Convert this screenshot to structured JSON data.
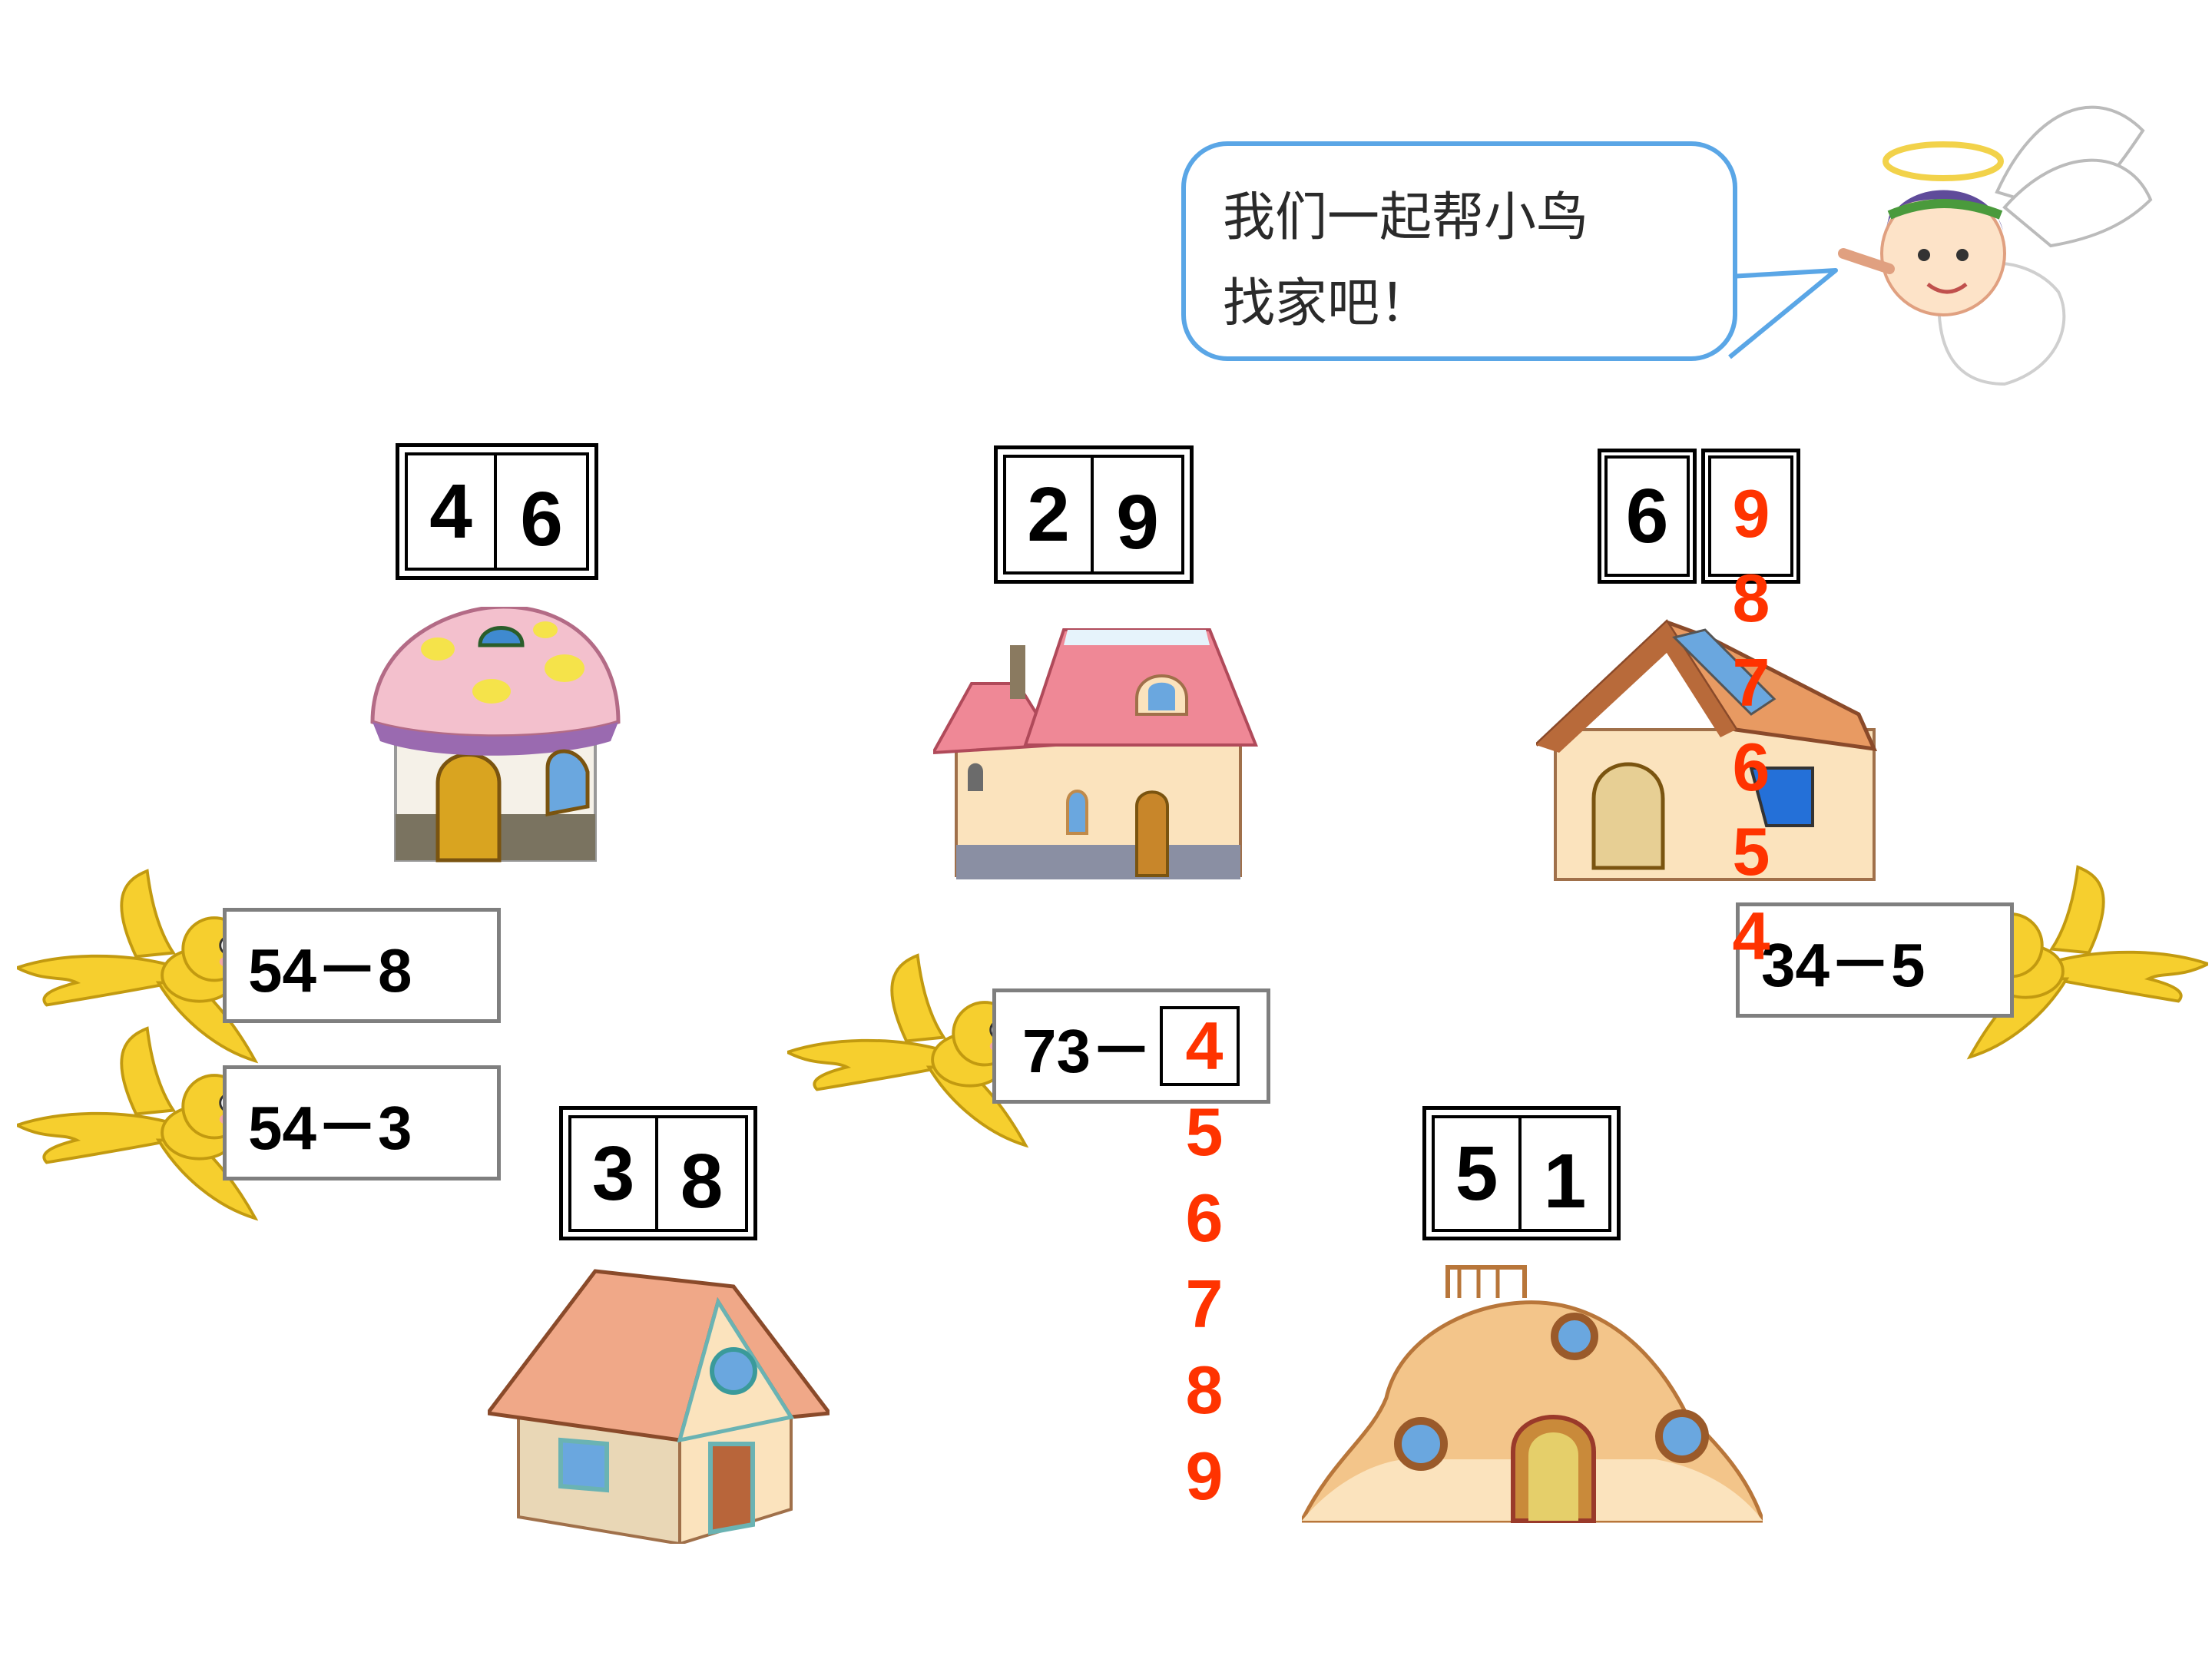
{
  "bubble": {
    "line1": "我们一起帮小鸟",
    "line2": "找家吧！"
  },
  "houses": [
    {
      "tens": "4",
      "ones": "6",
      "style": "mushroom"
    },
    {
      "tens": "2",
      "ones": "9",
      "style": "pink-roof"
    },
    {
      "tens": "6",
      "ones": "",
      "style": "brown-roof"
    },
    {
      "tens": "3",
      "ones": "8",
      "style": "salmon-roof"
    },
    {
      "tens": "5",
      "ones": "1",
      "style": "dome"
    }
  ],
  "equations": [
    {
      "text": "54－8"
    },
    {
      "text": "54－3"
    },
    {
      "text": "73－"
    },
    {
      "text": "34－5"
    }
  ],
  "red_digits_right": [
    "9",
    "8",
    "7",
    "6",
    "5",
    "4"
  ],
  "red_digits_center": [
    "4",
    "5",
    "6",
    "7",
    "8",
    "9"
  ],
  "colors": {
    "accent_red": "#ff3300",
    "bubble_border": "#5aa6e6",
    "bird_yellow": "#f6cf2e"
  }
}
